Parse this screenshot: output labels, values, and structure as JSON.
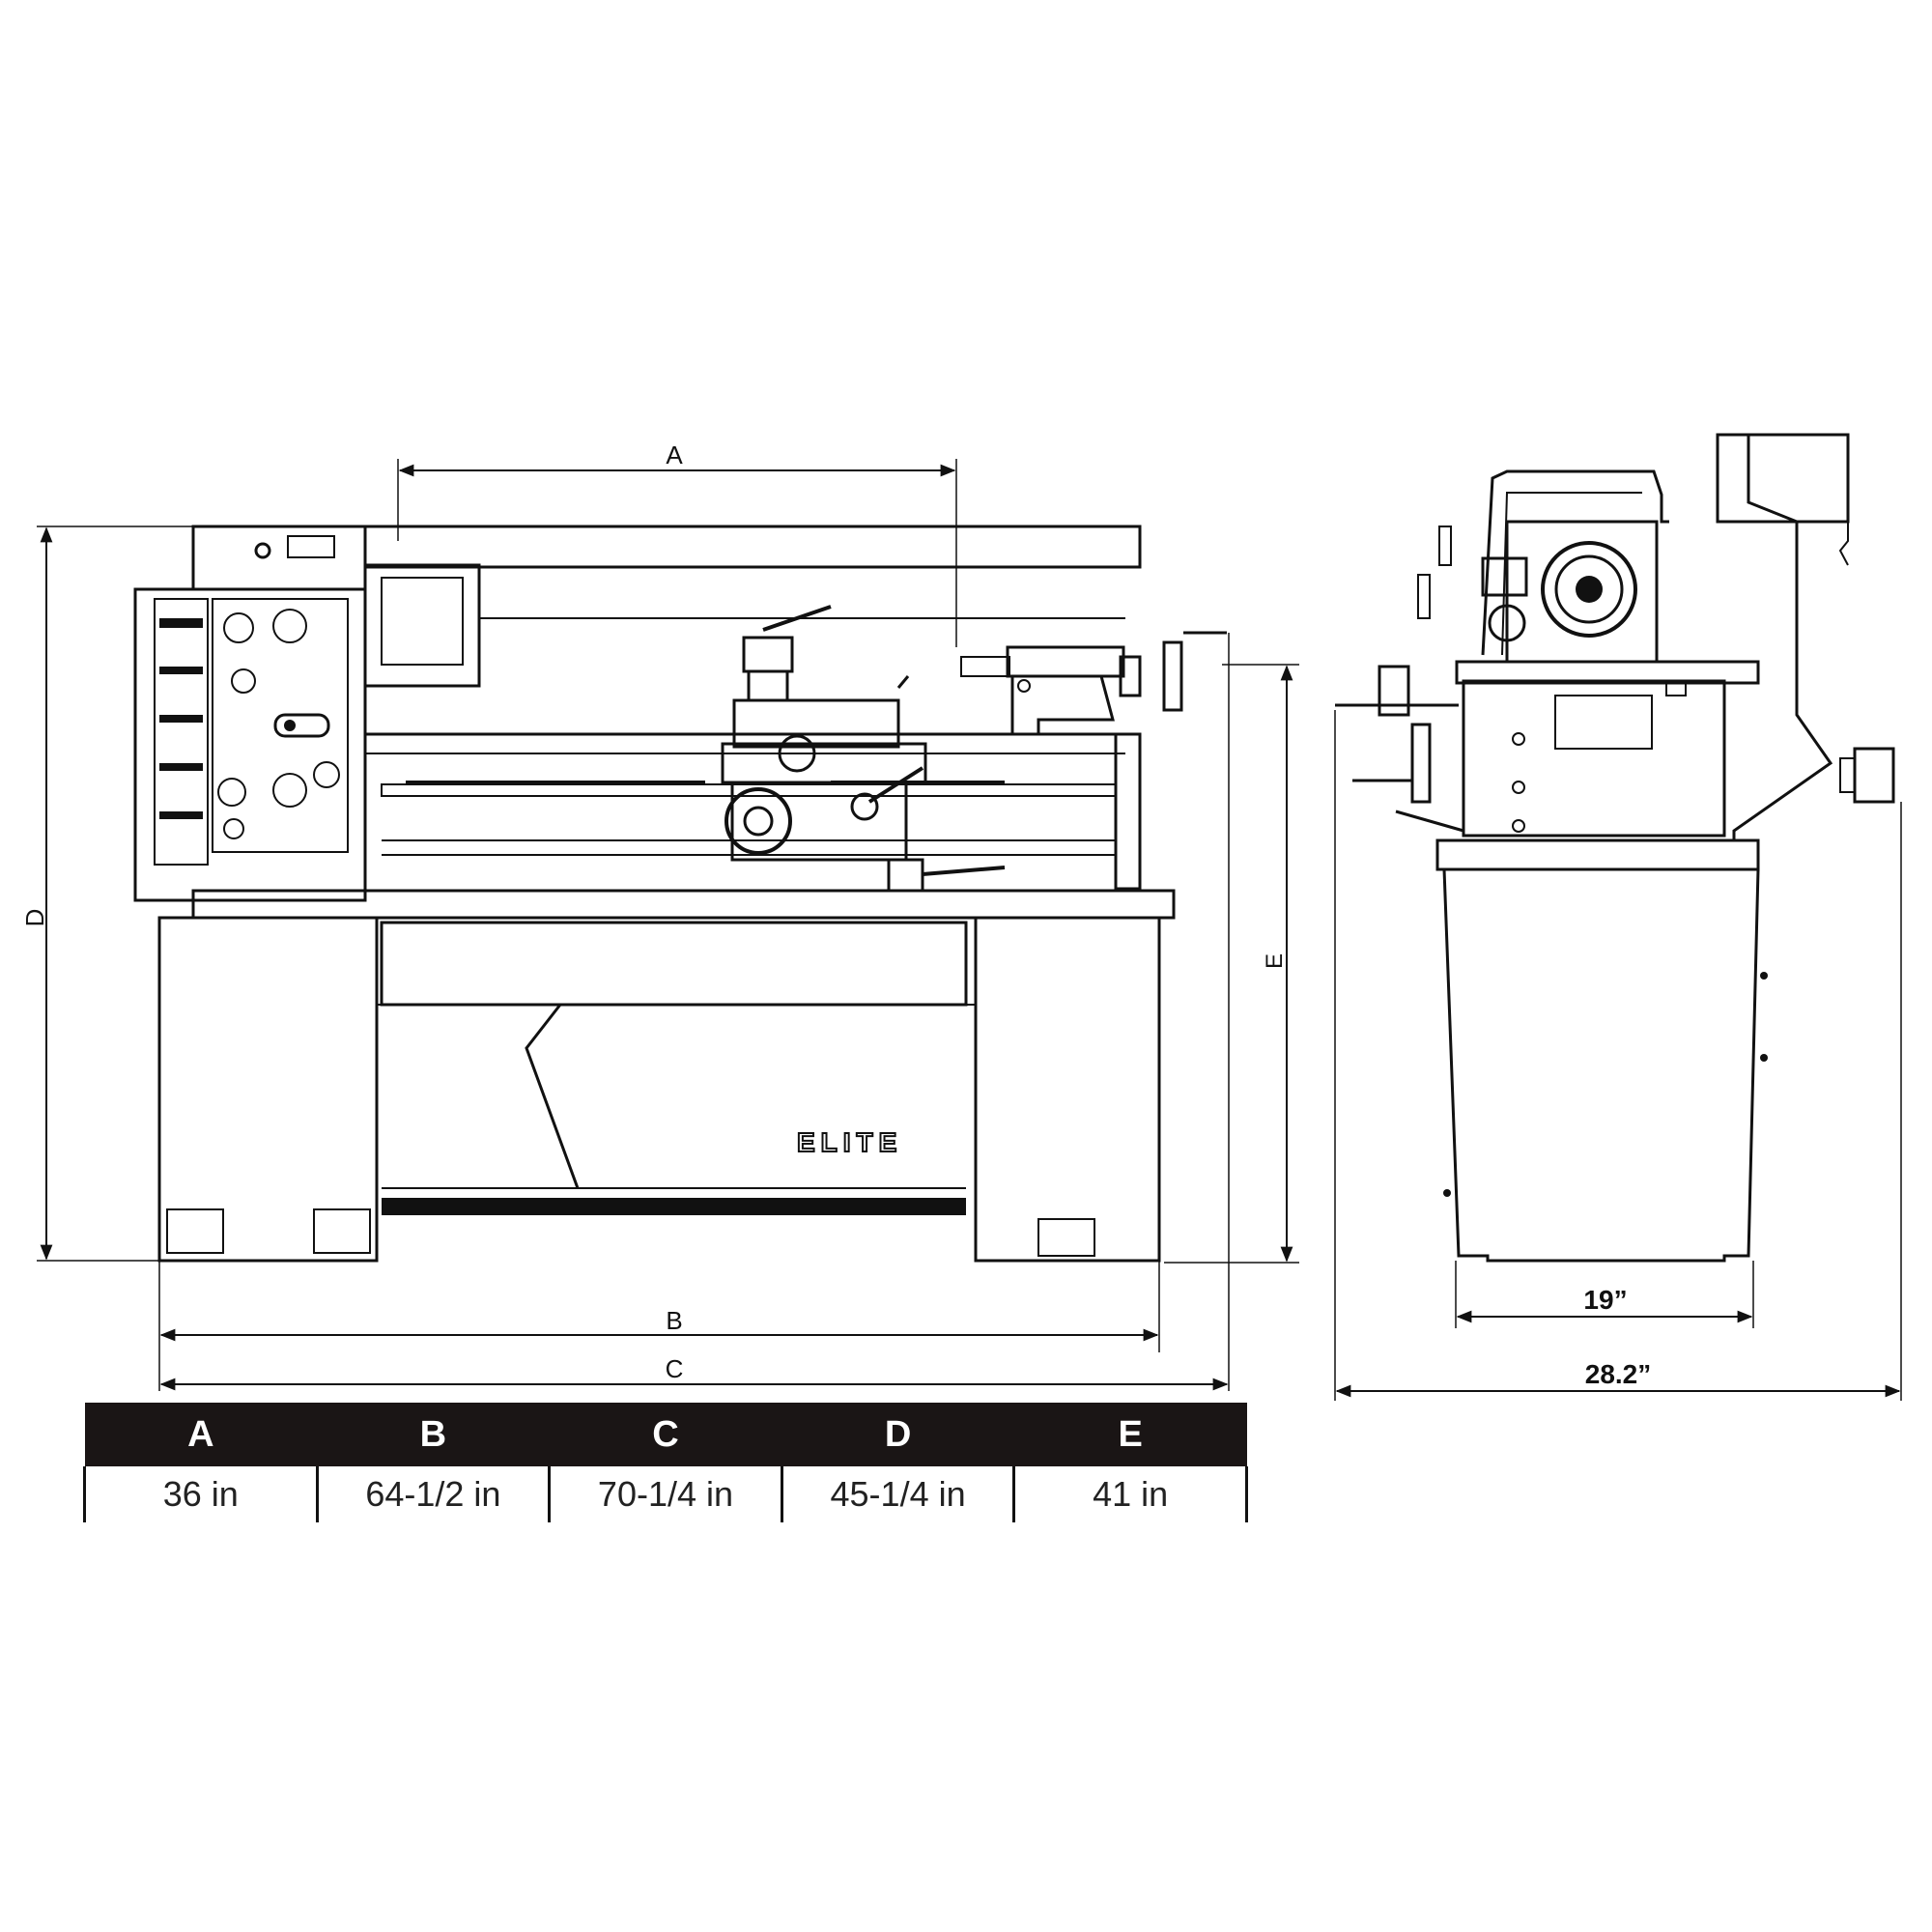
{
  "dimension_labels": {
    "a": "A",
    "b": "B",
    "c": "C",
    "d": "D",
    "e": "E",
    "side_width": "19”",
    "side_depth": "28.2”"
  },
  "logo_text": "ELITE",
  "table": {
    "headers": [
      "A",
      "B",
      "C",
      "D",
      "E"
    ],
    "values": [
      "36 in",
      "64-1/2 in",
      "70-1/4 in",
      "45-1/4 in",
      "41 in"
    ]
  }
}
